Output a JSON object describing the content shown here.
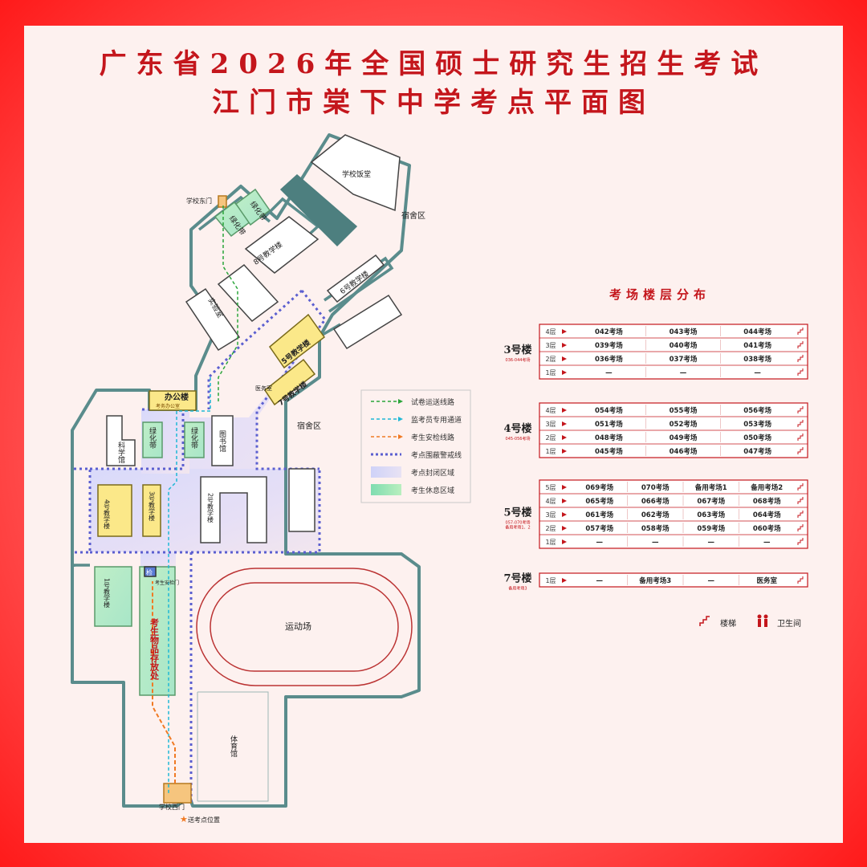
{
  "title_line1": "广东省2026年全国硕士研究生招生考试",
  "title_line2": "江门市棠下中学考点平面图",
  "map": {
    "buildings": {
      "canteen": "学校饭堂",
      "dorm_north": "宿舍区",
      "dorm_east": "宿舍区",
      "building8": "8号教学楼",
      "building6": "6号教学楼",
      "building5": "5号教学楼",
      "building7": "7号教学楼",
      "office": "办公楼",
      "office_sub": "考务办公室",
      "science": "科学馆",
      "library": "图书馆",
      "building4": "4号教学楼",
      "building3": "3号教学楼",
      "building2": "2号教学楼",
      "building1": "1号教学楼",
      "gym": "体育馆",
      "track": "运动场",
      "green1": "绿化带",
      "green2": "绿化带",
      "green3": "绿化带",
      "green4": "绿化带",
      "east_gate": "学校东门",
      "west_gate": "学校西门",
      "clinic": "医务室",
      "guard": "考生安检门",
      "check_icon": "检",
      "belongings": "考生物品存放处",
      "supply": "送考点位置",
      "lab": "实验室"
    }
  },
  "legend": {
    "items": [
      {
        "label": "试卷运送线路",
        "color": "#2aa53a"
      },
      {
        "label": "监考员专用通道",
        "color": "#1fb8d6"
      },
      {
        "label": "考生安检线路",
        "color": "#f07a24"
      },
      {
        "label": "考点围蔽警戒线",
        "color": "#5b5fd0"
      },
      {
        "label": "考点封闭区域",
        "color": "#d6d8f6"
      },
      {
        "label": "考生休息区域",
        "color": "#8fe0a8"
      }
    ]
  },
  "floors": {
    "heading": "考场楼层分布",
    "stairs_label": "楼梯",
    "toilet_label": "卫生间",
    "buildings": [
      {
        "name": "3号楼",
        "sub": "036-044考场",
        "floors": [
          {
            "floor": "4层",
            "rooms": [
              "042考场",
              "043考场",
              "044考场"
            ]
          },
          {
            "floor": "3层",
            "rooms": [
              "039考场",
              "040考场",
              "041考场"
            ]
          },
          {
            "floor": "2层",
            "rooms": [
              "036考场",
              "037考场",
              "038考场"
            ]
          },
          {
            "floor": "1层",
            "rooms": [
              "—",
              "—",
              "—"
            ]
          }
        ]
      },
      {
        "name": "4号楼",
        "sub": "045-056考场",
        "floors": [
          {
            "floor": "4层",
            "rooms": [
              "054考场",
              "055考场",
              "056考场"
            ]
          },
          {
            "floor": "3层",
            "rooms": [
              "051考场",
              "052考场",
              "053考场"
            ]
          },
          {
            "floor": "2层",
            "rooms": [
              "048考场",
              "049考场",
              "050考场"
            ]
          },
          {
            "floor": "1层",
            "rooms": [
              "045考场",
              "046考场",
              "047考场"
            ]
          }
        ]
      },
      {
        "name": "5号楼",
        "sub": "057-070考场",
        "sub2": "备用考场1、2",
        "floors": [
          {
            "floor": "5层",
            "rooms": [
              "069考场",
              "070考场",
              "备用考场1",
              "备用考场2"
            ]
          },
          {
            "floor": "4层",
            "rooms": [
              "065考场",
              "066考场",
              "067考场",
              "068考场"
            ]
          },
          {
            "floor": "3层",
            "rooms": [
              "061考场",
              "062考场",
              "063考场",
              "064考场"
            ]
          },
          {
            "floor": "2层",
            "rooms": [
              "057考场",
              "058考场",
              "059考场",
              "060考场"
            ]
          },
          {
            "floor": "1层",
            "rooms": [
              "—",
              "—",
              "—",
              "—"
            ]
          }
        ]
      },
      {
        "name": "7号楼",
        "sub": "备用考场3",
        "floors": [
          {
            "floor": "1层",
            "rooms": [
              "—",
              "备用考场3",
              "—",
              "医务室"
            ]
          }
        ]
      }
    ]
  },
  "colors": {
    "title": "#c4161c",
    "wall": "#5a8c8c",
    "closed_area": "#d6d8f6",
    "rest_area": "#8fe0a8",
    "building_yellow": "#fbe889",
    "cordon": "#5b5fd0"
  }
}
